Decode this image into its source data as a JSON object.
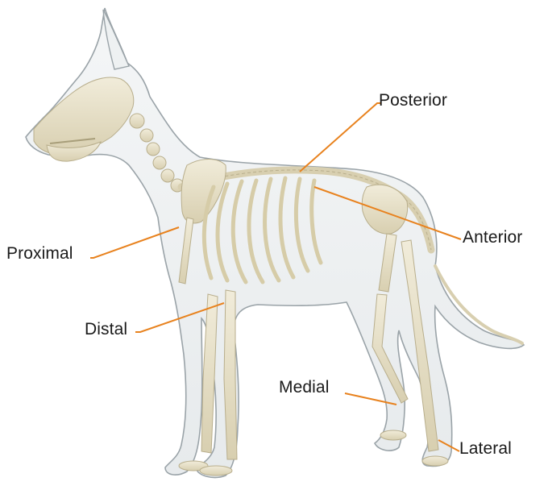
{
  "diagram": {
    "labels": {
      "posterior": "Posterior",
      "anterior": "Anterior",
      "proximal": "Proximal",
      "distal": "Distal",
      "medial": "Medial",
      "lateral": "Lateral"
    },
    "colors": {
      "leader_line": "#e8821e",
      "body_outline": "#9aa3a8",
      "bone": "#e8e2cc",
      "bone_shadow": "#c9c0a0",
      "text": "#1a1a1a",
      "background": "#ffffff"
    },
    "subject": "dog-skeleton-illustration"
  }
}
